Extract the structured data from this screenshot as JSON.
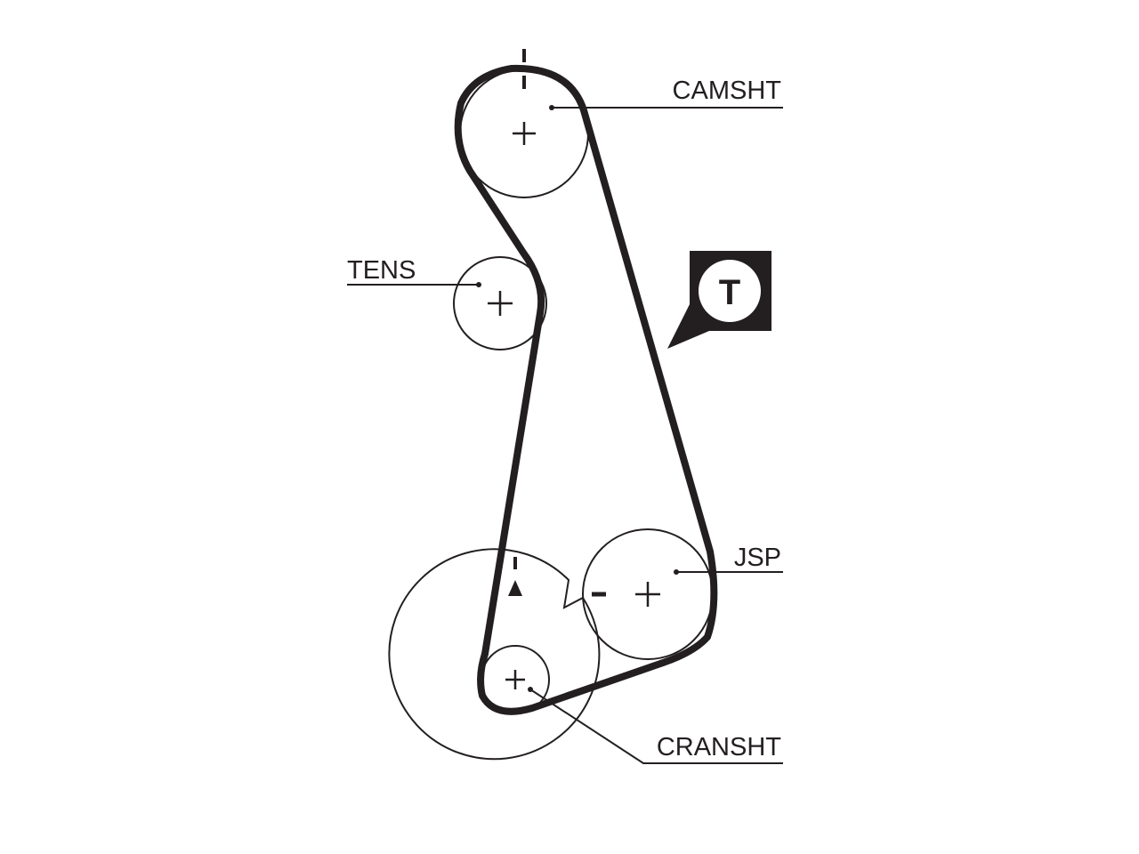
{
  "labels": {
    "camshaft": "CAMSHT",
    "tensioner": "TENS",
    "jsp": "JSP",
    "crankshaft": "CRANSHT"
  },
  "tension_badge": {
    "letter": "T"
  },
  "colors": {
    "ink": "#231f20",
    "background": "#ffffff"
  }
}
